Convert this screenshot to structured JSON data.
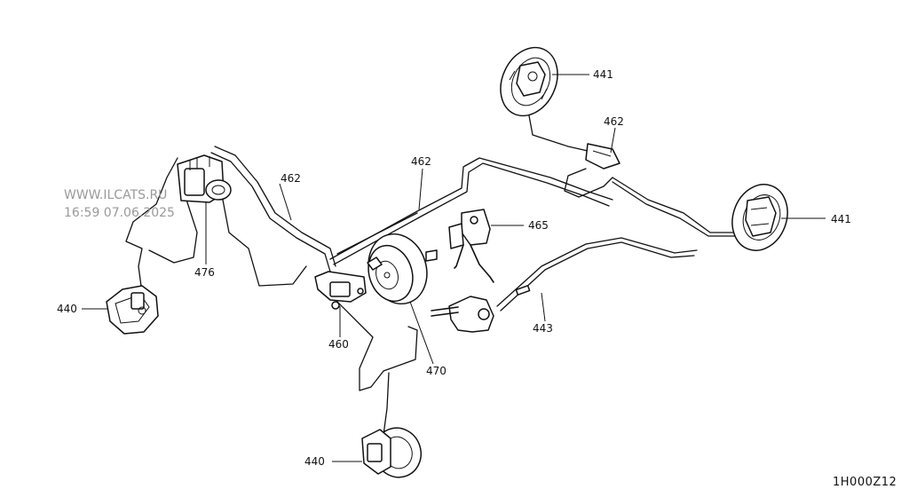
{
  "watermark": {
    "site": "WWW.ILCATS.RU",
    "timestamp": "16:59 07.06.2025"
  },
  "callouts": {
    "part_440_left": "440",
    "part_440_bottom": "440",
    "part_441_top": "441",
    "part_441_right": "441",
    "part_443": "443",
    "part_460": "460",
    "part_462_left": "462",
    "part_462_center": "462",
    "part_462_right": "462",
    "part_465": "465",
    "part_470": "470",
    "part_476": "476"
  },
  "diagram_code": "1H000Z12"
}
